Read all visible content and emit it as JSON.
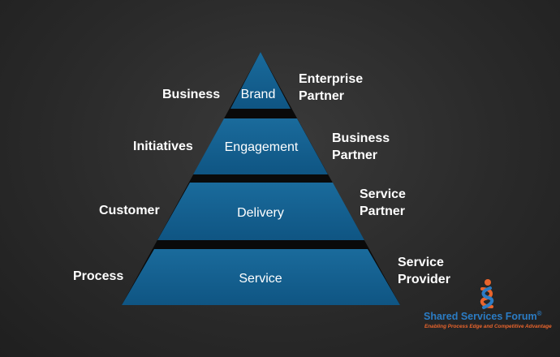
{
  "pyramid": {
    "tiers": [
      {
        "label": "Brand"
      },
      {
        "label": "Engagement"
      },
      {
        "label": "Delivery"
      },
      {
        "label": "Service"
      }
    ],
    "fill_color": "#14618f",
    "gap_color": "#0a0a0a"
  },
  "left_labels": [
    "Business",
    "Initiatives",
    "Customer",
    "Process"
  ],
  "right_labels": [
    {
      "line1": "Enterprise",
      "line2": "Partner"
    },
    {
      "line1": "Business",
      "line2": "Partner"
    },
    {
      "line1": "Service",
      "line2": "Partner"
    },
    {
      "line1": "Service",
      "line2": "Provider"
    }
  ],
  "logo": {
    "name": "Shared Services Forum",
    "registered": "®",
    "tagline": "Enabling Process Edge and Competitive Advantage",
    "icon": "flame-swirl-icon",
    "blue": "#2b7cc4",
    "orange": "#e8642c"
  }
}
